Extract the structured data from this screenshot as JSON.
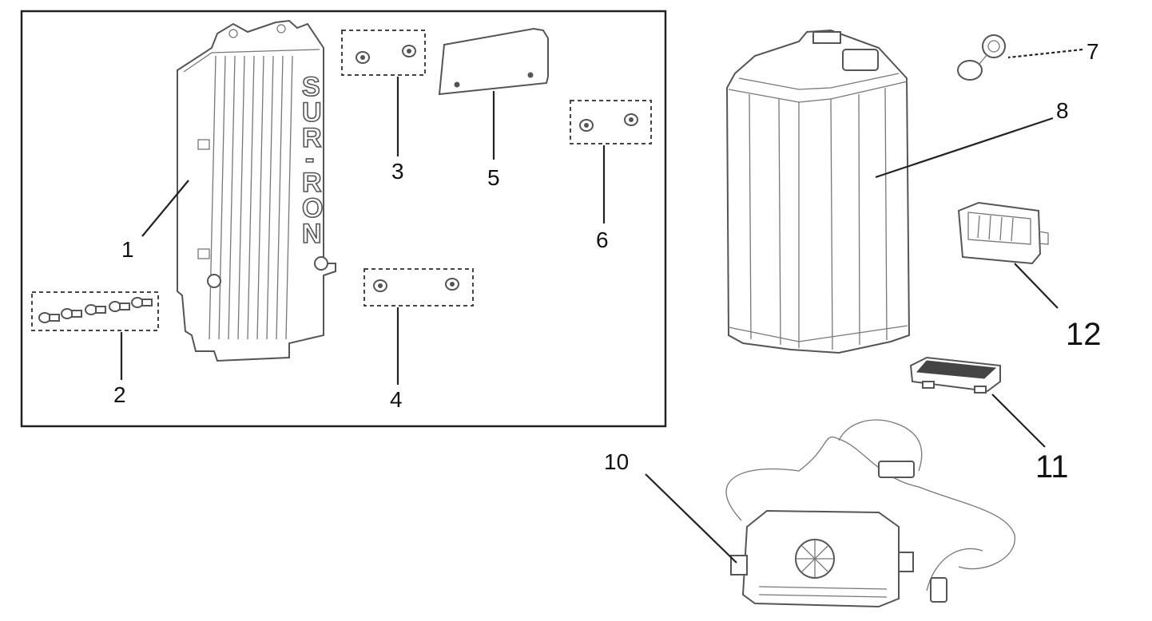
{
  "callouts": {
    "c1": "1",
    "c2": "2",
    "c3": "3",
    "c4": "4",
    "c5": "5",
    "c6": "6",
    "c7": "7",
    "c8": "8",
    "c10": "10",
    "c11": "11",
    "c12": "12"
  },
  "logo_text": [
    "S",
    "U",
    "R",
    "-",
    "R",
    "O",
    "N"
  ],
  "colors": {
    "line": "#555555",
    "text": "#111111",
    "frame": "#222222"
  }
}
